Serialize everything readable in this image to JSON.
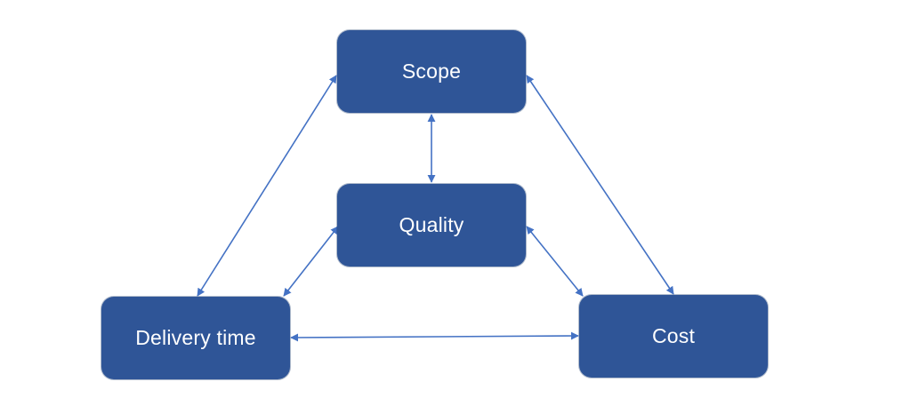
{
  "colors": {
    "node_fill": "#2F5597",
    "node_text": "#FFFFFF",
    "connector": "#4472C4",
    "background": "#FFFFFF"
  },
  "nodes": {
    "scope": {
      "label": "Scope"
    },
    "quality": {
      "label": "Quality"
    },
    "delivery_time": {
      "label": "Delivery time"
    },
    "cost": {
      "label": "Cost"
    }
  },
  "connectors": [
    {
      "from": "scope",
      "to": "quality",
      "style": "double-arrow"
    },
    {
      "from": "scope",
      "to": "delivery_time",
      "style": "double-arrow"
    },
    {
      "from": "scope",
      "to": "cost",
      "style": "double-arrow"
    },
    {
      "from": "quality",
      "to": "delivery_time",
      "style": "double-arrow"
    },
    {
      "from": "quality",
      "to": "cost",
      "style": "double-arrow"
    },
    {
      "from": "delivery_time",
      "to": "cost",
      "style": "double-arrow"
    }
  ]
}
